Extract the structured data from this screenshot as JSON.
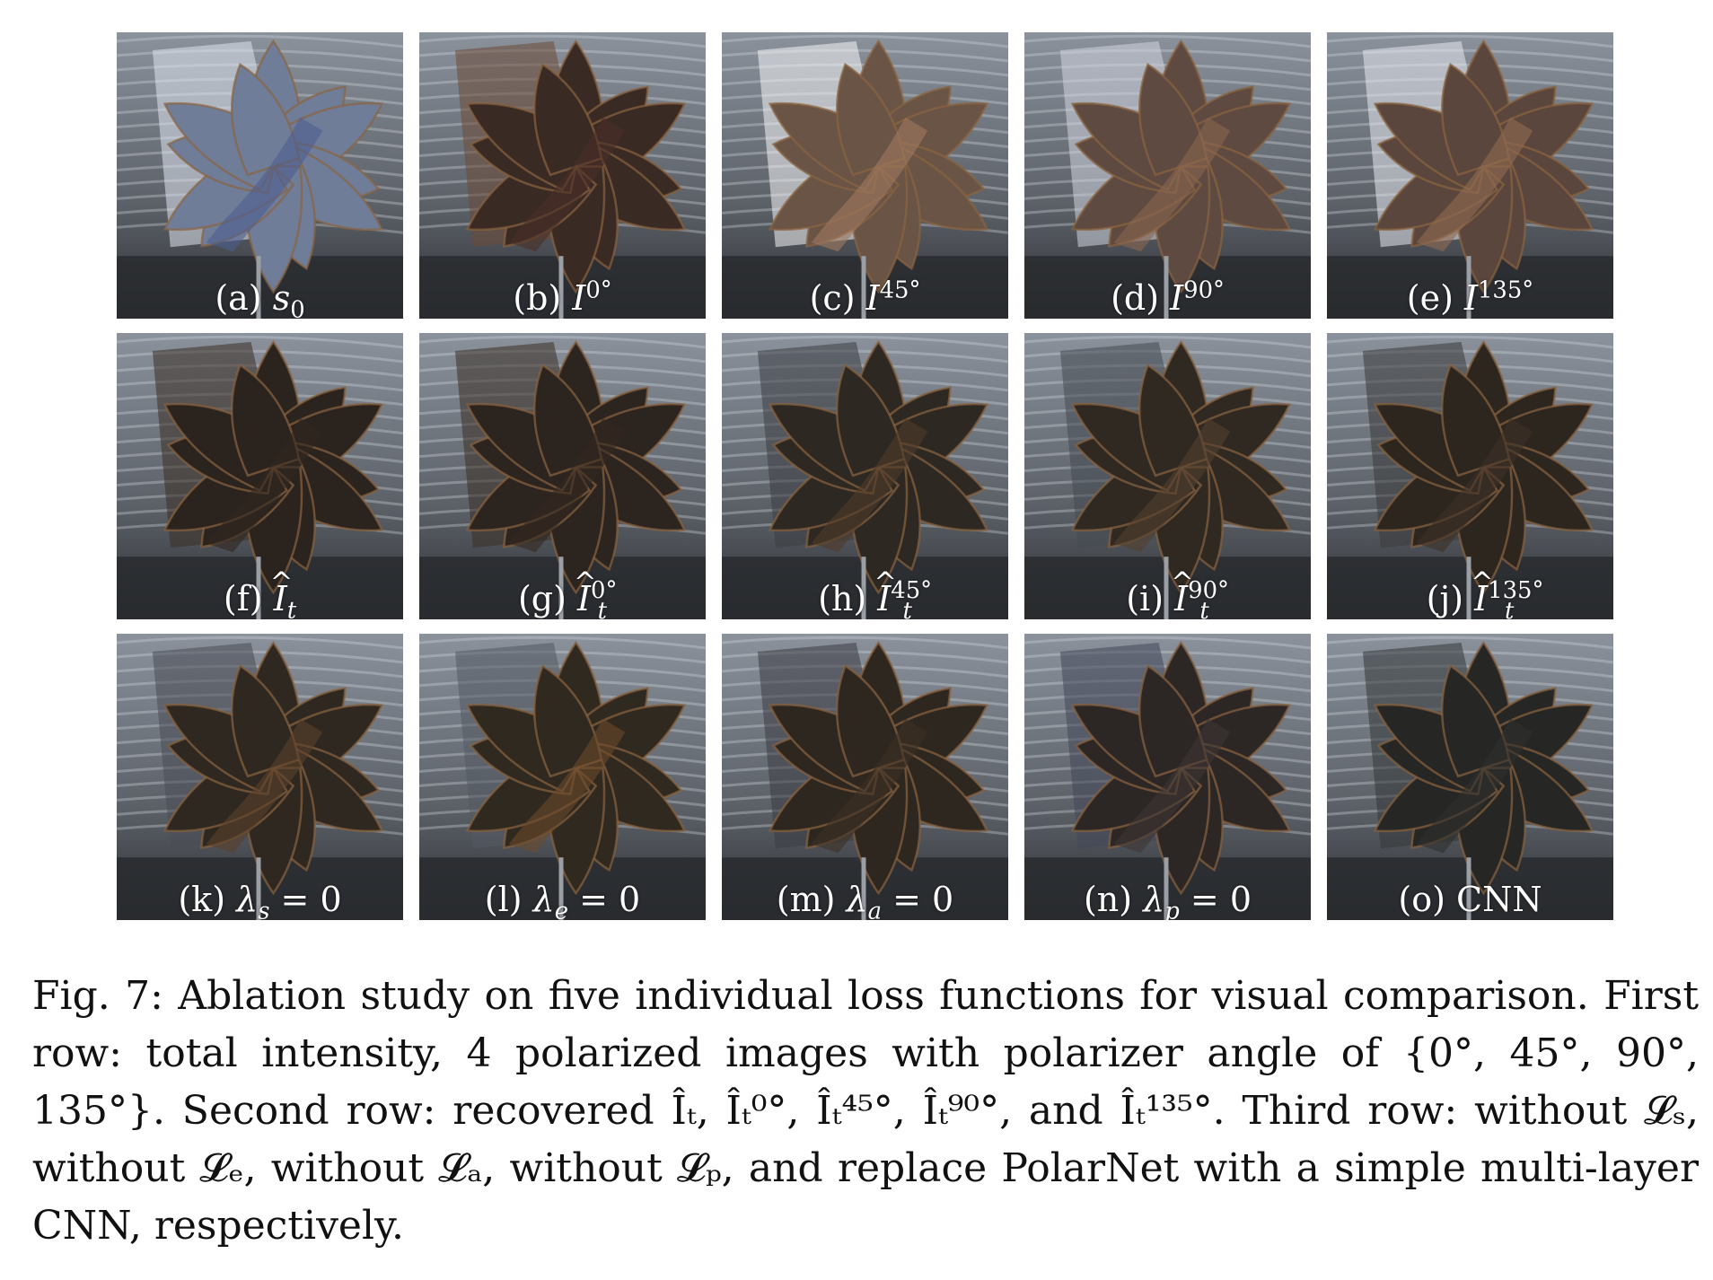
{
  "figure": {
    "panels": [
      {
        "id": "a",
        "prefix": "(a)",
        "base": "s",
        "base_italic": true,
        "sub": "0",
        "sup": "",
        "hat": false,
        "tone": "#6f7d99",
        "overlay": "#dfe4ef",
        "arm": "#4d5d90"
      },
      {
        "id": "b",
        "prefix": "(b)",
        "base": "I",
        "base_italic": true,
        "sub": "",
        "sup": "0°",
        "hat": false,
        "tone": "#3a2a24",
        "overlay": "#6b4a39",
        "arm": "#4a2f27"
      },
      {
        "id": "c",
        "prefix": "(c)",
        "base": "I",
        "base_italic": true,
        "sub": "",
        "sup": "45°",
        "hat": false,
        "tone": "#6a5446",
        "overlay": "#f4f4f6",
        "arm": "#a07a5f"
      },
      {
        "id": "d",
        "prefix": "(d)",
        "base": "I",
        "base_italic": true,
        "sub": "",
        "sup": "90°",
        "hat": false,
        "tone": "#5e4a40",
        "overlay": "#cfd4df",
        "arm": "#8b6650"
      },
      {
        "id": "e",
        "prefix": "(e)",
        "base": "I",
        "base_italic": true,
        "sub": "",
        "sup": "135°",
        "hat": false,
        "tone": "#5a463c",
        "overlay": "#e6e8ee",
        "arm": "#8f6a52"
      },
      {
        "id": "f",
        "prefix": "(f)",
        "base": "I",
        "base_italic": true,
        "sub": "t",
        "sup": "",
        "hat": true,
        "tone": "#2b231e",
        "overlay": "#3a2f26",
        "arm": "#30261f"
      },
      {
        "id": "g",
        "prefix": "(g)",
        "base": "I",
        "base_italic": true,
        "sub": "t",
        "sup": "0°",
        "hat": true,
        "tone": "#2c241f",
        "overlay": "#3b3027",
        "arm": "#33281f"
      },
      {
        "id": "h",
        "prefix": "(h)",
        "base": "I",
        "base_italic": true,
        "sub": "t",
        "sup": "45°",
        "hat": true,
        "tone": "#2e2822",
        "overlay": "#3d3e44",
        "arm": "#4e3a2a"
      },
      {
        "id": "i",
        "prefix": "(i)",
        "base": "I",
        "base_italic": true,
        "sub": "t",
        "sup": "90°",
        "hat": true,
        "tone": "#2f2922",
        "overlay": "#464a52",
        "arm": "#54402e"
      },
      {
        "id": "j",
        "prefix": "(j)",
        "base": "I",
        "base_italic": true,
        "sub": "t",
        "sup": "135°",
        "hat": true,
        "tone": "#2c261f",
        "overlay": "#3b3a3a",
        "arm": "#3e3026"
      },
      {
        "id": "k",
        "prefix": "(k)",
        "base": "λ",
        "base_italic": true,
        "sub": "s",
        "sup": "",
        "hat": false,
        "eq": " = 0",
        "tone": "#2f2821",
        "overlay": "#4a4c55",
        "arm": "#5a4029"
      },
      {
        "id": "l",
        "prefix": "(l)",
        "base": "λ",
        "base_italic": true,
        "sub": "e",
        "sup": "",
        "hat": false,
        "eq": " = 0",
        "tone": "#30291f",
        "overlay": "#545963",
        "arm": "#6a4a2c"
      },
      {
        "id": "m",
        "prefix": "(m)",
        "base": "λ",
        "base_italic": true,
        "sub": "a",
        "sup": "",
        "hat": false,
        "eq": " = 0",
        "tone": "#2e271f",
        "overlay": "#3c3d43",
        "arm": "#3d3024"
      },
      {
        "id": "n",
        "prefix": "(n)",
        "base": "λ",
        "base_italic": true,
        "sub": "p",
        "sup": "",
        "hat": false,
        "eq": " = 0",
        "tone": "#2c2725",
        "overlay": "#43475a",
        "arm": "#3e3634"
      },
      {
        "id": "o",
        "prefix": "(o)",
        "base": "CNN",
        "base_italic": false,
        "sub": "",
        "sup": "",
        "hat": false,
        "tone": "#262624",
        "overlay": "#34383a",
        "arm": "#2e2f2d"
      }
    ]
  },
  "caption": {
    "text": "Fig. 7: Ablation study on five individual loss functions for visual comparison. First row: total intensity, 4 polarized images with polarizer angle of {0°, 45°, 90°, 135°}. Second row: recovered Îₜ, Îₜ⁰°, Îₜ⁴⁵°, Îₜ⁹⁰°, and Îₜ¹³⁵°. Third row: without 𝓛ₛ, without 𝓛ₑ, without 𝓛ₐ, without 𝓛ₚ, and replace PolarNet with a simple multi-layer CNN, respectively."
  }
}
